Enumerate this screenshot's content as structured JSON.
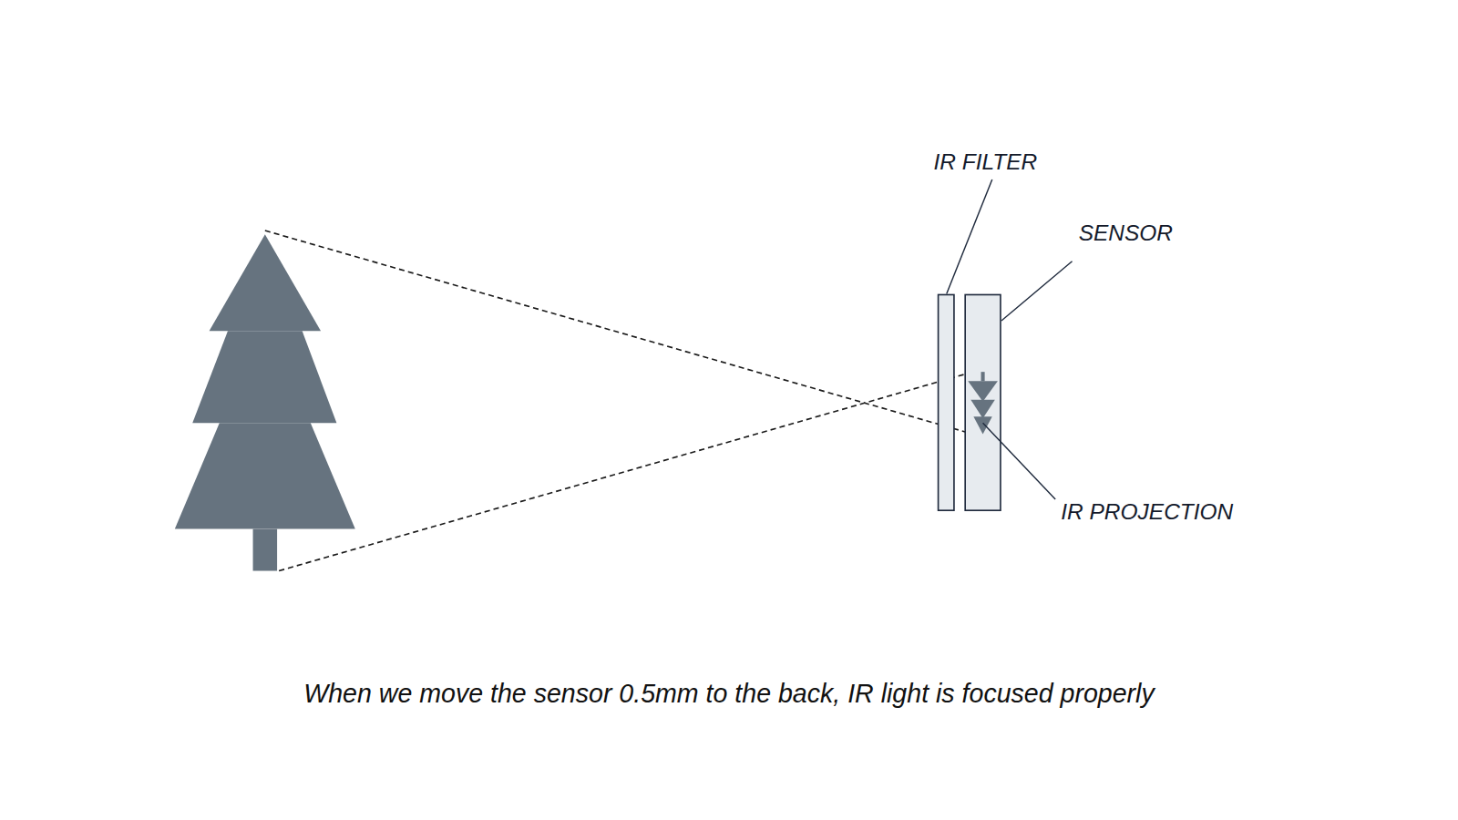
{
  "diagram": {
    "caption": "When we move the sensor 0.5mm to the back, IR light is focused properly",
    "labels": [
      "IR FILTER",
      "SENSOR",
      "IR PROJECTION"
    ]
  }
}
